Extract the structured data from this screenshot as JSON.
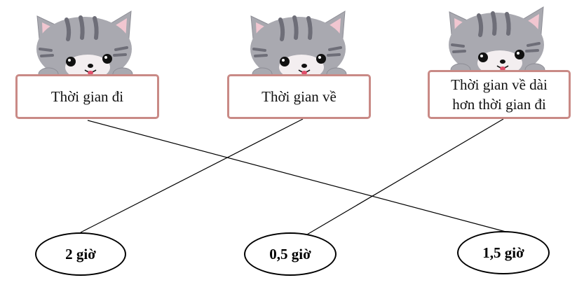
{
  "labels": {
    "time_go": "Thời gian đi",
    "time_return": "Thời gian về",
    "time_diff": "Thời gian về dài hơn thời gian đi"
  },
  "answers": {
    "a": "2 giờ",
    "b": "0,5 giờ",
    "c": "1,5 giờ"
  },
  "matches": [
    {
      "from": "Thời gian đi",
      "to": "1,5 giờ"
    },
    {
      "from": "Thời gian về",
      "to": "2 giờ"
    },
    {
      "from": "Thời gian về dài hơn thời gian đi",
      "to": "0,5 giờ"
    }
  ],
  "colors": {
    "box_border": "#c98a86",
    "cat_fur": "#a9a9b0",
    "cat_stripe": "#6e6e78",
    "cat_ear_inner": "#f1c6d0",
    "line": "#000000"
  },
  "icons": [
    "cat-icon",
    "cat-icon",
    "cat-icon"
  ]
}
